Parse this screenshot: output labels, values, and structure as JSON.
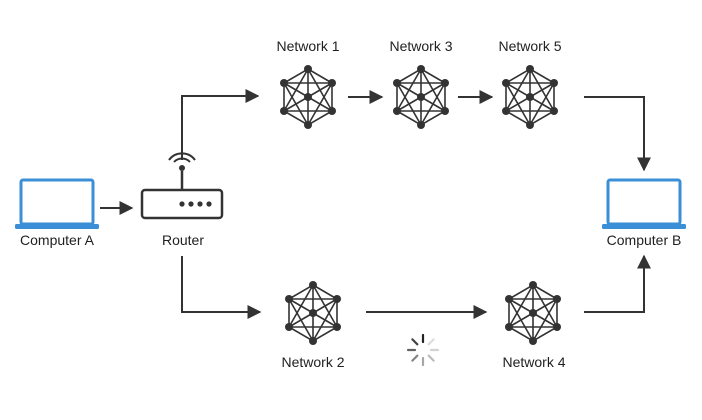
{
  "nodes": {
    "computer_a": {
      "label": "Computer A",
      "icon": "laptop-icon"
    },
    "router": {
      "label": "Router",
      "icon": "router-icon"
    },
    "network_1": {
      "label": "Network 1",
      "icon": "network-mesh-icon"
    },
    "network_2": {
      "label": "Network 2",
      "icon": "network-mesh-icon"
    },
    "network_3": {
      "label": "Network 3",
      "icon": "network-mesh-icon"
    },
    "network_4": {
      "label": "Network 4",
      "icon": "network-mesh-icon"
    },
    "network_5": {
      "label": "Network 5",
      "icon": "network-mesh-icon"
    },
    "computer_b": {
      "label": "Computer B",
      "icon": "laptop-icon"
    }
  },
  "edges": [
    {
      "from": "computer_a",
      "to": "router"
    },
    {
      "from": "router",
      "to": "network_1"
    },
    {
      "from": "network_1",
      "to": "network_3"
    },
    {
      "from": "network_3",
      "to": "network_5"
    },
    {
      "from": "network_5",
      "to": "computer_b"
    },
    {
      "from": "router",
      "to": "network_2"
    },
    {
      "from": "network_2",
      "to": "network_4"
    },
    {
      "from": "network_4",
      "to": "computer_b"
    }
  ],
  "loading_indicator": {
    "icon": "loading-spinner-icon"
  },
  "colors": {
    "laptop": "#3a8fd6",
    "stroke": "#333333",
    "text": "#1f1f1f"
  }
}
